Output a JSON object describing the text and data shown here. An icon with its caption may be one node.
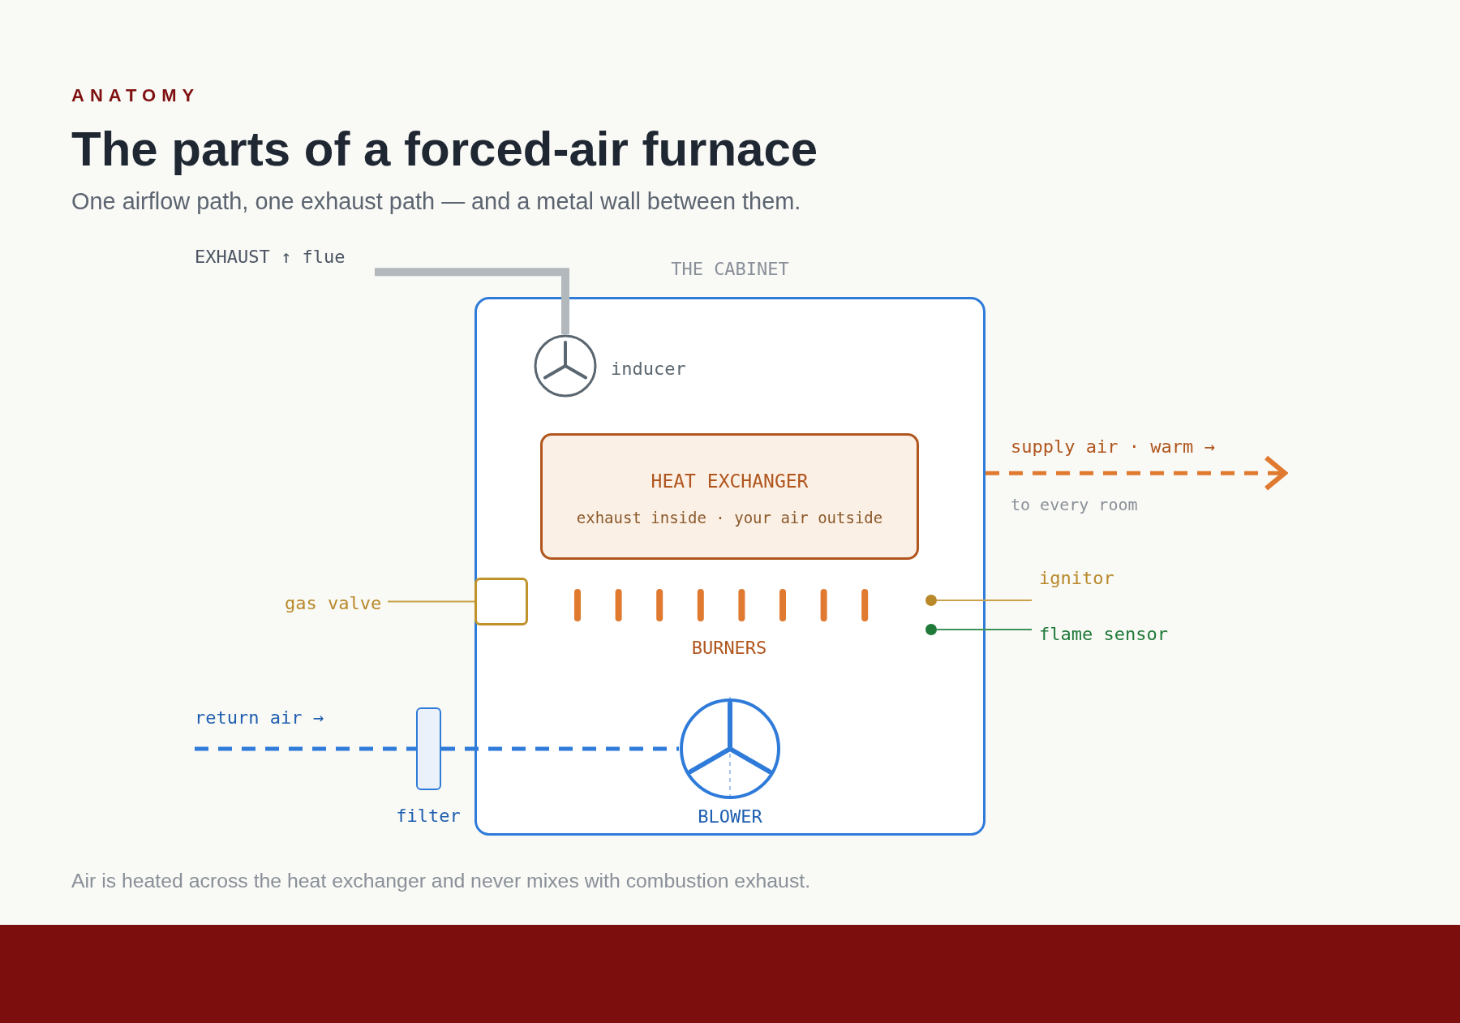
{
  "diagram": {
    "title": "The parts of a forced-air furnace",
    "caption": "Air is heated across the heat exchanger and never mixes with combustion exhaust.",
    "nodes": [
      {
        "text": [
          "EXHAUST ↑ flue"
        ]
      },
      {
        "text": [
          "THE CABINET"
        ]
      },
      {
        "text": [
          "inducer"
        ],
        "in": 1
      },
      {
        "text": [
          "HEAT EXCHANGER",
          "exhaust inside · your air outside"
        ],
        "in": 1
      },
      {
        "text": [
          "gas valve"
        ]
      },
      {
        "text": [],
        "shape": "box",
        "in": 1
      },
      {
        "text": [
          "BURNERS"
        ],
        "in": 1
      },
      {
        "text": [],
        "shape": "circle",
        "in": 1
      },
      {
        "text": [
          "ignitor"
        ]
      },
      {
        "text": [],
        "shape": "circle",
        "in": 1
      },
      {
        "text": [
          "flame sensor"
        ]
      },
      {
        "text": [
          "filter"
        ]
      },
      {
        "text": [
          "BLOWER"
        ],
        "in": 1
      }
    ],
    "edges": [
      {
        "from": 2,
        "to": 0,
        "arrow": "none",
        "style": "thick",
        "color": "#b3b8bd"
      },
      {
        "from": 1,
        "to": null,
        "arrow": "to",
        "style": "dashed",
        "color": "#e07a30",
        "label": "supply air · warm →"
      },
      {
        "from": 4,
        "to": 5,
        "arrow": "none",
        "color": "#c9a24a"
      },
      {
        "from": 8,
        "to": 7,
        "arrow": "none",
        "color": "#c9a24a"
      },
      {
        "from": 10,
        "to": 9,
        "arrow": "none",
        "color": "#3d9159"
      },
      {
        "from": null,
        "to": 11,
        "arrow": "none",
        "style": "dashed",
        "color": "#2f7bd9",
        "label": "return air →"
      },
      {
        "from": 11,
        "to": 12,
        "arrow": "none",
        "style": "dashed",
        "color": "#2f7bd9"
      }
    ],
    "labels": [
      "ANATOMY",
      "One airflow path, one exhaust path — and a metal wall between them.",
      "to every room"
    ]
  }
}
